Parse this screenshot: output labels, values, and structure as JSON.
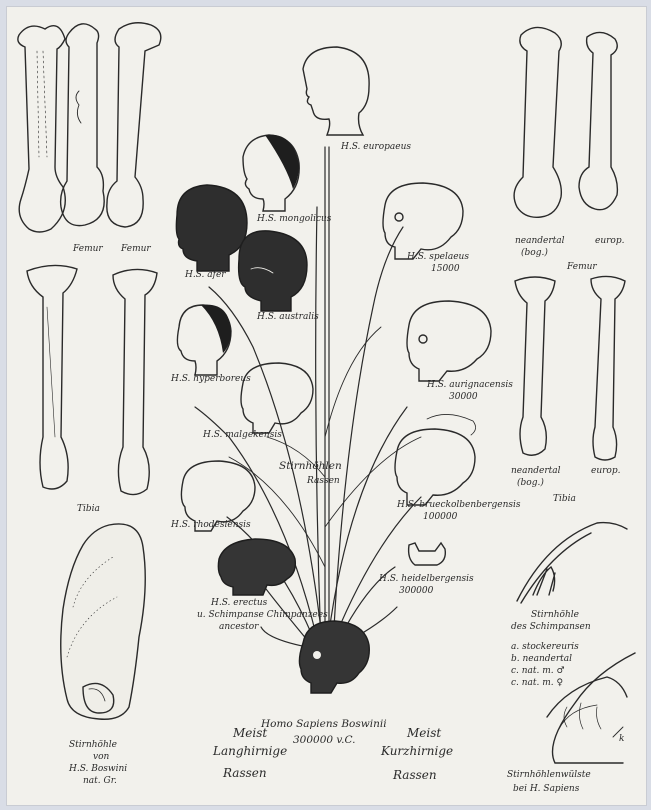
{
  "labels": {
    "europaeus": "H.S. europaeus",
    "mongolicus": "H.S. mongolicus",
    "spelaeus": "H.S. spelaeus",
    "spelaeus_date": "15000",
    "afer": "H.S. afer",
    "australis": "H.S. australis",
    "hyperboreus": "H.S. hyperboreus",
    "aurignacensis": "H.S. aurignacensis",
    "aurignacensis_date": "30000",
    "malgekensis": "H.S. malgekensis",
    "stirnhoehlen_left": "Stirnhöhlen",
    "rassen_left": "Rassen",
    "rhodesiensis": "H.S. rhodesiensis",
    "brueckolbenbergensis": "H.S. brueckolbenbergensis",
    "brueckolbenbergensis_date": "100000",
    "heidelbergensis": "H.S. heidelbergensis",
    "heidelbergensis_date": "300000",
    "erectus_line1": "H.S. erectus",
    "erectus_line2": "u. Schimpanse Chimpanzees",
    "erectus_line3": "ancestor",
    "stem_title": "Homo Sapiens Boswinii",
    "stem_date": "300000 v.C.",
    "left_caption_1": "Meist",
    "left_caption_2": "Langhirnige",
    "left_caption_3": "Rassen",
    "right_caption_1": "Meist",
    "right_caption_2": "Kurzhirnige",
    "right_caption_3": "Rassen",
    "stirnhoehle_ms": "Stirnhöhle",
    "stirnhoehle_ms_2": "von",
    "stirnhoehle_ms_3": "H.S. Boswini",
    "stirnhoehle_ms_4": "nat. Gr.",
    "femur_left": "Femur",
    "femur_right": "Femur",
    "tibia_left": "Tibia",
    "femur_r_label": "Femur",
    "femur_r_neand": "neandertal",
    "femur_r_neand_sub": "(bog.)",
    "femur_r_europ": "europ.",
    "tibia_r_label": "Tibia",
    "tibia_r_neand": "neandertal",
    "tibia_r_neand_sub": "(bog.)",
    "tibia_r_europ": "europ.",
    "schimp_caption_1": "Stirnhöhle",
    "schimp_caption_2": "des Schimpansen",
    "legend_a": "a. stockereuris",
    "legend_b": "b. neandertal",
    "legend_c": "c. nat. m. ♂",
    "legend_d": "c. nat. m. ♀",
    "legend_k": "k",
    "sapiens_caption_1": "Stirnhöhlenwülste",
    "sapiens_caption_2": "bei H. Sapiens"
  },
  "colors": {
    "ink": "#2a2a2a",
    "paper": "#f2f1ec",
    "hair": "#1e1e1e",
    "skin_dark": "#2e2e2e",
    "skull_dark": "#353535"
  }
}
